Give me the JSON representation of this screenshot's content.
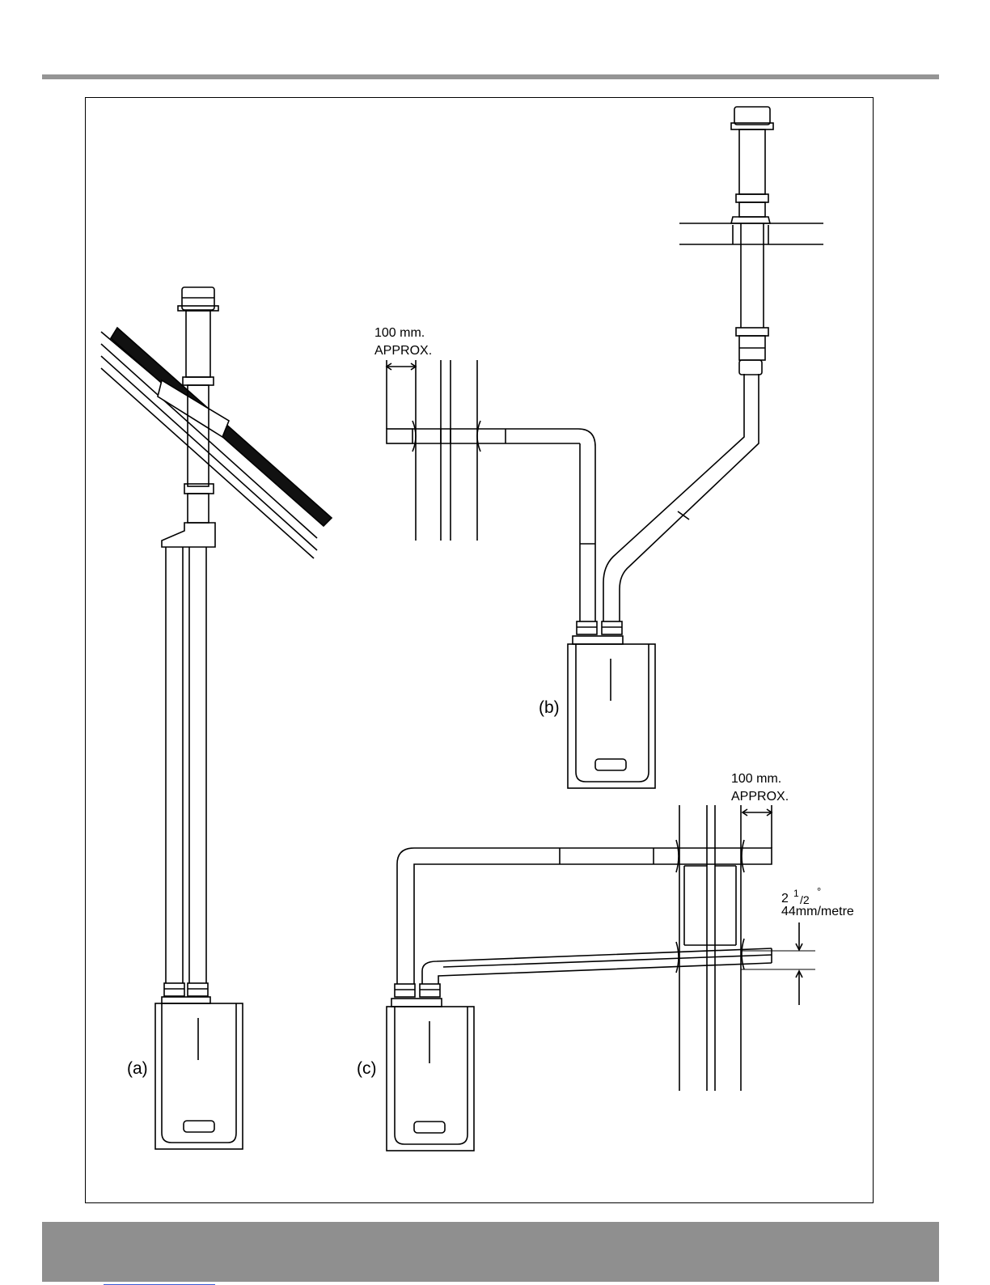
{
  "labels": {
    "panel_a": "(a)",
    "panel_b": "(b)",
    "panel_c": "(c)",
    "dim_b_line1": "100 mm.",
    "dim_b_line2": "APPROX.",
    "dim_c_line1": "100 mm.",
    "dim_c_line2": "APPROX.",
    "slope_main": "2",
    "slope_sup": "1",
    "slope_sub": "/2",
    "slope_deg": "°",
    "slope_rate": "44mm/metre"
  },
  "colors": {
    "rule": "#959595",
    "footer": "#8f8f8f",
    "ink": "#000000"
  }
}
